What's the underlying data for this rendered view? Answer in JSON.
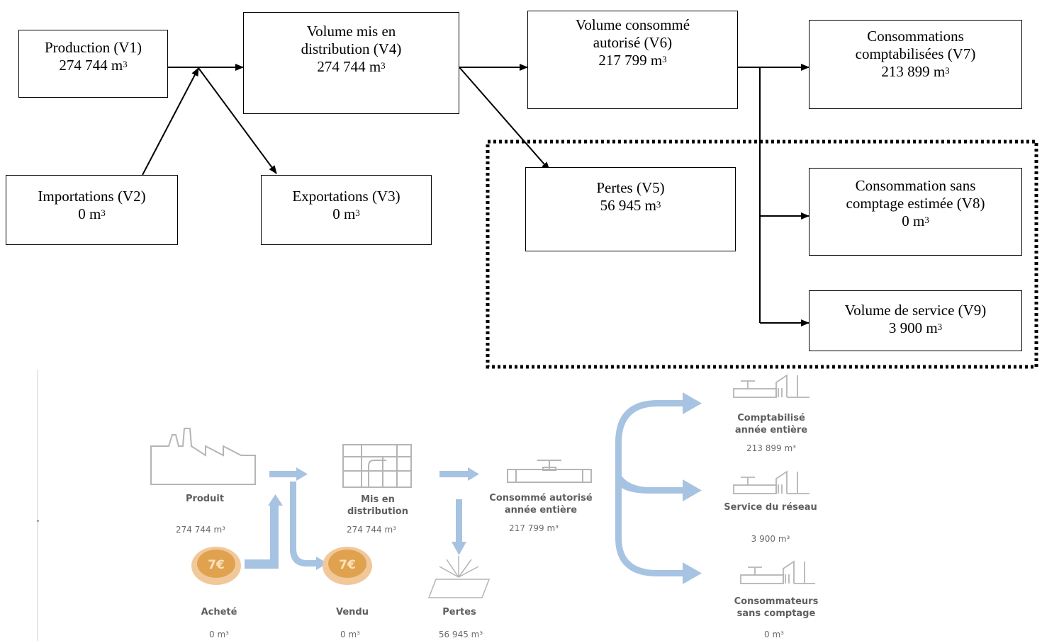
{
  "top_diagram": {
    "unit_base": "m",
    "unit_exp": "3",
    "boxes": {
      "v1": {
        "lines": [
          "Production (V1)"
        ],
        "value": "274 744"
      },
      "v2": {
        "lines": [
          "Importations (V2)"
        ],
        "value": "0"
      },
      "v3": {
        "lines": [
          "Exportations (V3)"
        ],
        "value": "0"
      },
      "v4": {
        "lines": [
          "Volume mis en",
          "distribution (V4)"
        ],
        "value": "274 744"
      },
      "v5": {
        "lines": [
          "Pertes (V5)"
        ],
        "value": "56 945"
      },
      "v6": {
        "lines": [
          "Volume consommé",
          "autorisé (V6)"
        ],
        "value": "217 799"
      },
      "v7": {
        "lines": [
          "Consommations",
          "comptabilisées (V7)"
        ],
        "value": "213 899"
      },
      "v8": {
        "lines": [
          "Consommation sans",
          "comptage estimée (V8)"
        ],
        "value": "0"
      },
      "v9": {
        "lines": [
          "Volume de service (V9)"
        ],
        "value": "3 900"
      }
    }
  },
  "bottom_infographic": {
    "colors": {
      "arrow": "#a7c3e2",
      "icon": "#b5b5b5",
      "coin_outer": "#f1c89a",
      "coin_inner": "#e0a24f"
    },
    "produit": {
      "label": "Produit",
      "value": "274 744 m³"
    },
    "distribution": {
      "label_1": "Mis en",
      "label_2": "distribution",
      "value": "274 744 m³"
    },
    "consomme": {
      "label_1": "Consommé autorisé",
      "label_2": "année entière",
      "value": "217 799 m³"
    },
    "achete": {
      "label": "Acheté",
      "value": "0 m³"
    },
    "vendu": {
      "label": "Vendu",
      "value": "0 m³"
    },
    "pertes": {
      "label": "Pertes",
      "value": "56 945 m³"
    },
    "comptabilise": {
      "label_1": "Comptabilisé",
      "label_2": "année entière",
      "value": "213 899 m³"
    },
    "service": {
      "label": "Service du réseau",
      "value": "3 900 m³"
    },
    "sans_comptage": {
      "label_1": "Consommateurs",
      "label_2": "sans comptage",
      "value": "0 m³"
    }
  }
}
